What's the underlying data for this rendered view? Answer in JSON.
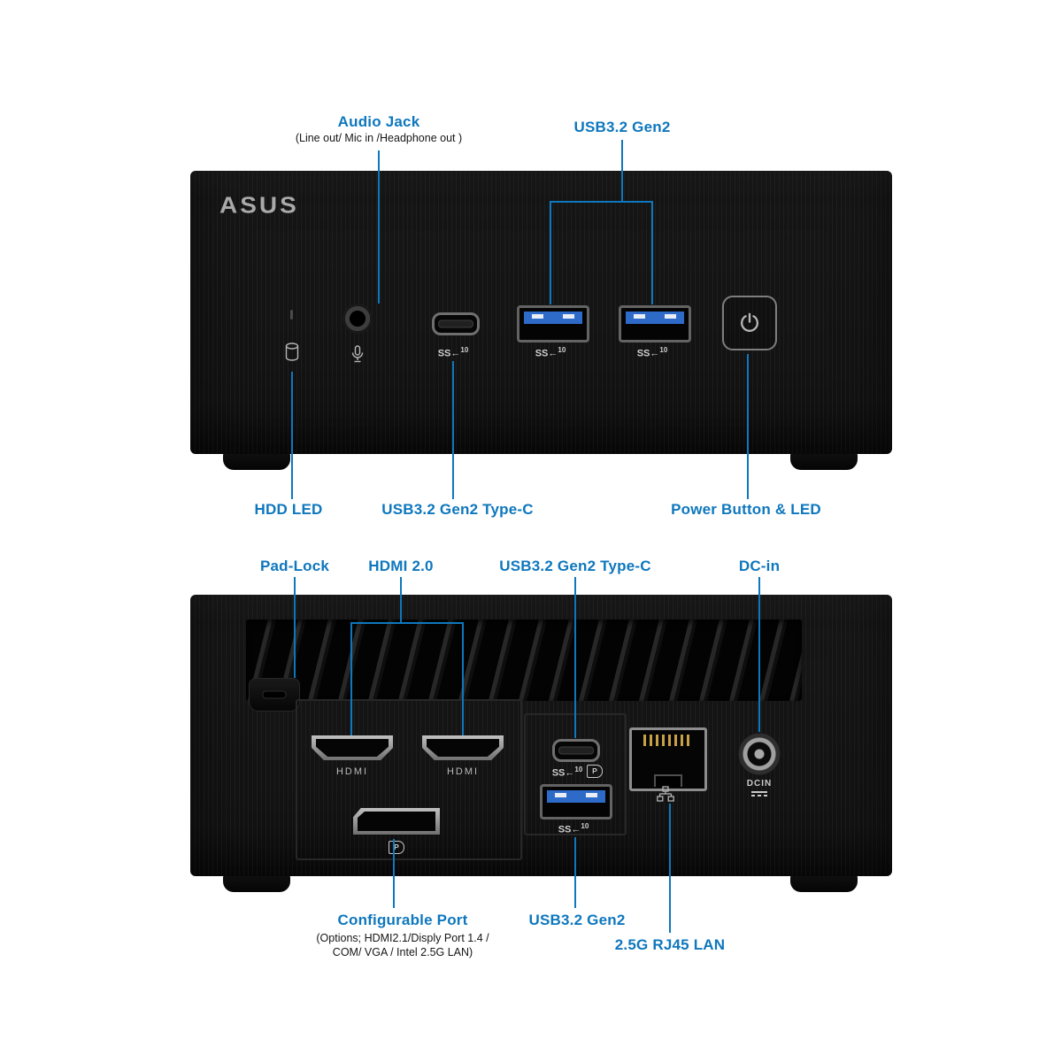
{
  "colors": {
    "accent": "#0e77bd",
    "chassis": "#151515",
    "usb_blue": "#2e6bc9",
    "marking": "#cfcfcf"
  },
  "front": {
    "logo": "ASUS",
    "labels": {
      "audio_jack_title": "Audio Jack",
      "audio_jack_subtitle": "(Line out/ Mic in /Headphone out )",
      "usb_top": "USB3.2 Gen2",
      "hdd_led": "HDD LED",
      "usb_c": "USB3.2 Gen2 Type-C",
      "power": "Power Button & LED"
    }
  },
  "rear": {
    "labels": {
      "pad_lock": "Pad-Lock",
      "hdmi": "HDMI 2.0",
      "usb_c": "USB3.2 Gen2 Type-C",
      "dc_in": "DC-in",
      "configurable_title": "Configurable Port",
      "configurable_sub1": "(Options; HDMI2.1/Disply Port 1.4 /",
      "configurable_sub2": "COM/ VGA / Intel 2.5G LAN)",
      "usb_bottom": "USB3.2 Gen2",
      "lan": "2.5G RJ45 LAN"
    }
  },
  "markings": {
    "ss": "SS",
    "arrow": "←",
    "speed": "10",
    "hdmi_port": "HDMI",
    "dc_in_port": "DCIN",
    "dp_letter": "P"
  },
  "icons": {
    "hdd_icon": "hdd-cylinder-outline",
    "mic_icon": "microphone-outline",
    "power_icon": "power-symbol",
    "lan_icon": "network-lan-symbol",
    "dp_icon": "displayport-logo",
    "ss10_icon": "usb-superspeed-10-marking"
  }
}
